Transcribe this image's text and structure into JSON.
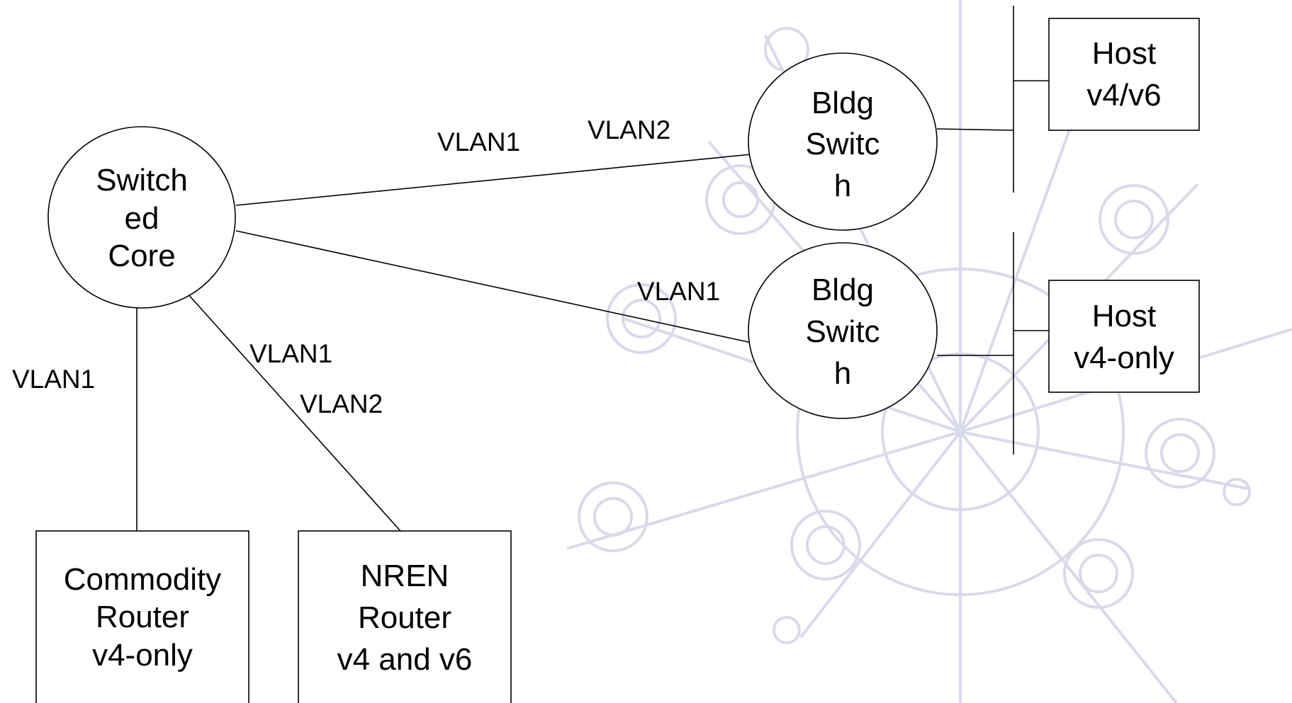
{
  "nodes": {
    "core": {
      "lines": [
        "Switch",
        "ed",
        "Core"
      ]
    },
    "bldg_top": {
      "lines": [
        "Bldg",
        "Switc",
        "h"
      ]
    },
    "bldg_bottom": {
      "lines": [
        "Bldg",
        "Switc",
        "h"
      ]
    },
    "host_top": {
      "lines": [
        "Host",
        "v4/v6"
      ]
    },
    "host_bottom": {
      "lines": [
        "Host",
        "v4-only"
      ]
    },
    "commodity": {
      "lines": [
        "Commodity",
        "Router",
        "v4-only"
      ]
    },
    "nren": {
      "lines": [
        "NREN",
        "Router",
        "v4 and v6"
      ]
    }
  },
  "links": {
    "core_to_bldg_top": [
      "VLAN1",
      "VLAN2"
    ],
    "core_to_bldg_bottom": [
      "VLAN1"
    ],
    "core_to_commodity": [
      "VLAN1"
    ],
    "core_to_nren": [
      "VLAN1",
      "VLAN2"
    ]
  }
}
